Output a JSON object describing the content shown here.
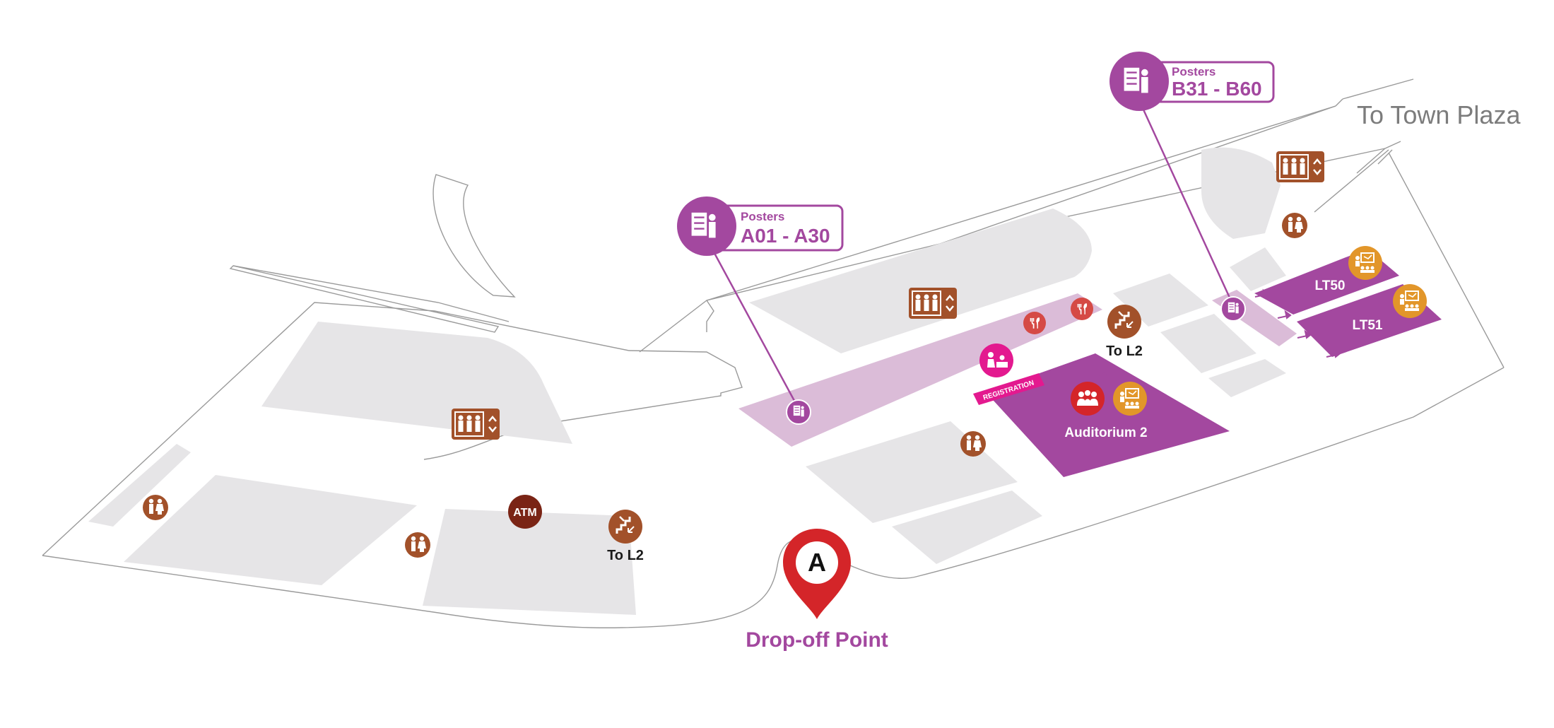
{
  "map": {
    "direction_label": "To Town Plaza",
    "dropoff": {
      "marker_letter": "A",
      "label": "Drop-off Point"
    },
    "posters": [
      {
        "title": "Posters",
        "range": "A01 - A30"
      },
      {
        "title": "Posters",
        "range": "B31 - B60"
      }
    ],
    "rooms": {
      "auditorium": "Auditorium 2",
      "lt50": "LT50",
      "lt51": "LT51"
    },
    "registration": "REGISTRATION",
    "stairs_labels": [
      "To L2",
      "To L2"
    ],
    "atm": "ATM"
  },
  "colors": {
    "room_purple": "#a3489f",
    "corridor_lilac": "#dbbcd8",
    "amenity_brown": "#a2512a",
    "atm_brown": "#7a2415",
    "accent_orange": "#e2962a",
    "registration_magenta": "#e3198f",
    "pin_red": "#d42529",
    "building_grey": "#e6e5e7"
  },
  "icons": [
    "lift-icon",
    "toilet-icon",
    "atm-icon",
    "stairs-icon",
    "restaurant-icon",
    "registration-icon",
    "lecture-theatre-icon",
    "auditorium-icon",
    "poster-icon",
    "location-pin-icon"
  ]
}
